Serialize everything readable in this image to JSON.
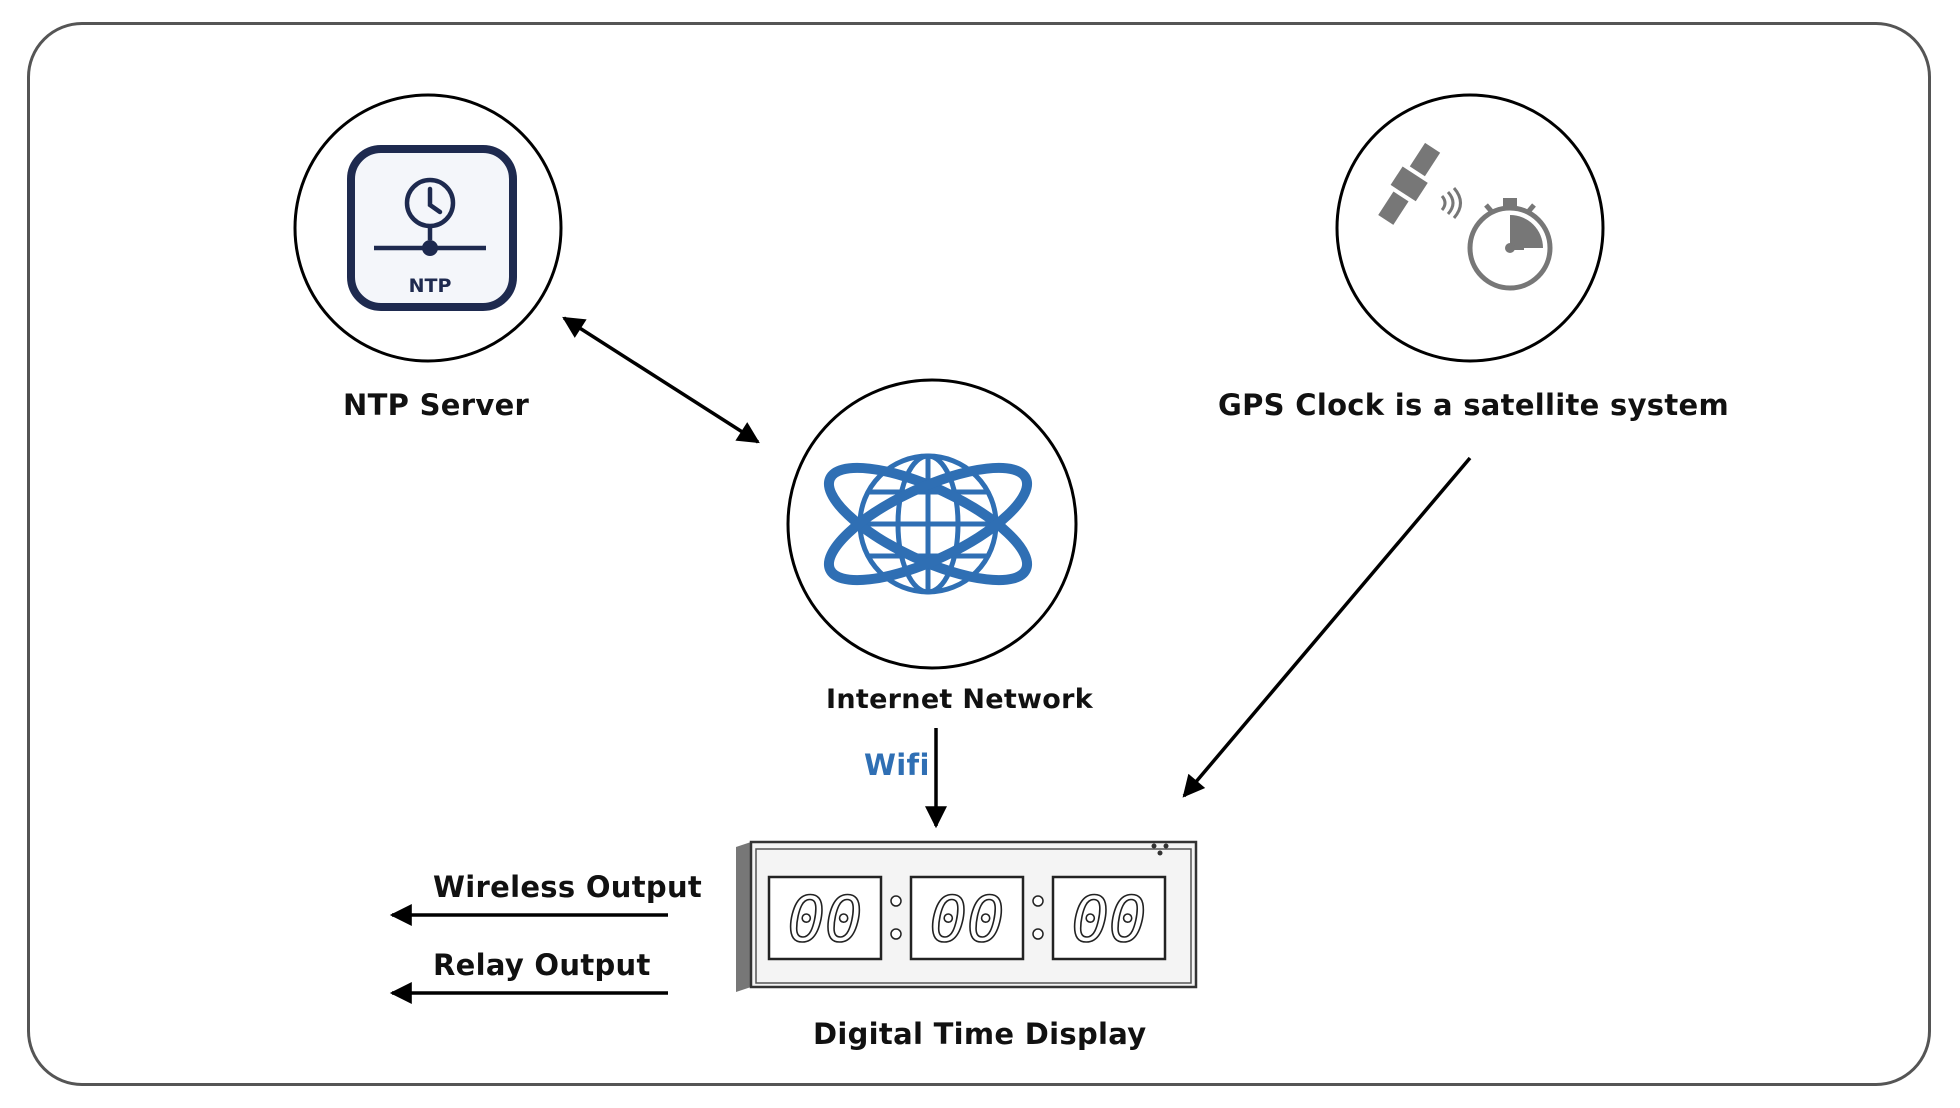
{
  "nodes": {
    "ntp_server": {
      "label": "NTP Server",
      "icon_text": "NTP",
      "icon": "ntp-server-icon"
    },
    "gps_clock": {
      "label": "GPS Clock is a satellite system",
      "icon": "satellite-stopwatch-icon"
    },
    "internet": {
      "label": "Internet Network",
      "icon": "globe-network-icon"
    },
    "display": {
      "label": "Digital Time Display",
      "digits": [
        "00",
        "00",
        "00"
      ],
      "icon": "digital-clock-icon"
    }
  },
  "edges": {
    "wifi_label": "Wifi",
    "wireless_output": "Wireless Output",
    "relay_output": "Relay Output"
  },
  "colors": {
    "accent_blue": "#2f6fb4",
    "ntp_navy": "#1e2a4f",
    "gps_gray": "#7a7a7a",
    "frame": "#555555"
  }
}
